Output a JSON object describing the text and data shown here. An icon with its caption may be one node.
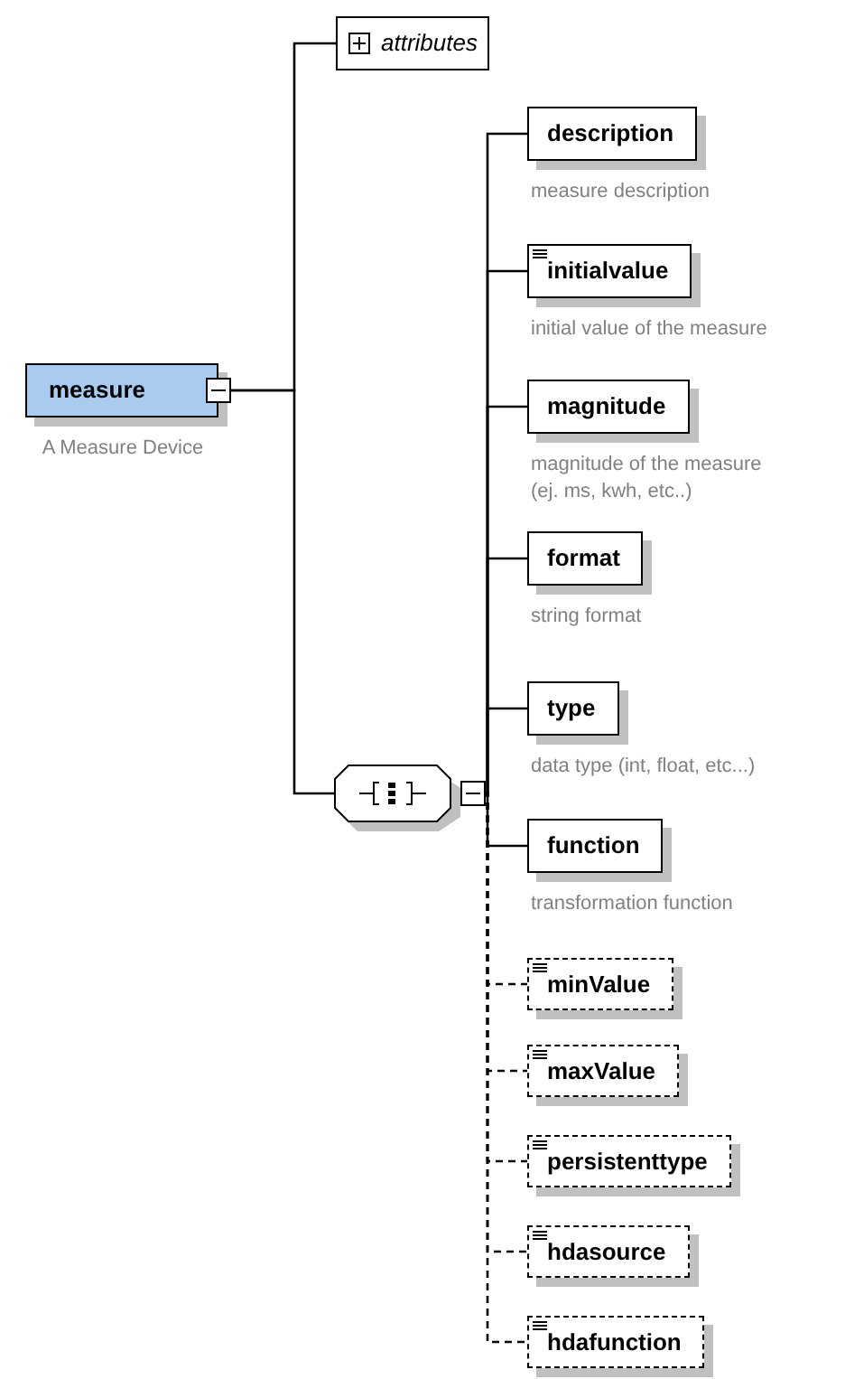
{
  "diagram": {
    "nodes": [
      {
        "text": [
          "measure"
        ],
        "beside": [
          "A Measure Device"
        ]
      },
      {
        "text": [
          "attributes"
        ]
      },
      {
        "text": [],
        "shape": "octagon"
      },
      {
        "text": [
          "description"
        ],
        "beside": [
          "measure description"
        ]
      },
      {
        "text": [
          "initialvalue"
        ],
        "beside": [
          "initial value of the measure"
        ]
      },
      {
        "text": [
          "magnitude"
        ],
        "beside": [
          "magnitude of the measure (ej. ms, kwh, etc..)"
        ]
      },
      {
        "text": [
          "format"
        ],
        "beside": [
          "string format"
        ]
      },
      {
        "text": [
          "type"
        ],
        "beside": [
          "data type (int, float, etc...)"
        ]
      },
      {
        "text": [
          "function"
        ],
        "beside": [
          "transformation function"
        ]
      },
      {
        "text": [
          "minValue"
        ]
      },
      {
        "text": [
          "maxValue"
        ]
      },
      {
        "text": [
          "persistenttype"
        ]
      },
      {
        "text": [
          "hdasource"
        ]
      },
      {
        "text": [
          "hdafunction"
        ]
      }
    ],
    "edges": [
      {
        "from": 0,
        "to": 1,
        "arrow": "none"
      },
      {
        "from": 0,
        "to": 2,
        "arrow": "none"
      },
      {
        "from": 2,
        "to": 3,
        "arrow": "none"
      },
      {
        "from": 2,
        "to": 4,
        "arrow": "none"
      },
      {
        "from": 2,
        "to": 5,
        "arrow": "none"
      },
      {
        "from": 2,
        "to": 6,
        "arrow": "none"
      },
      {
        "from": 2,
        "to": 7,
        "arrow": "none"
      },
      {
        "from": 2,
        "to": 8,
        "arrow": "none"
      },
      {
        "from": 2,
        "to": 9,
        "arrow": "none",
        "style": "dashed"
      },
      {
        "from": 2,
        "to": 10,
        "arrow": "none",
        "style": "dashed"
      },
      {
        "from": 2,
        "to": 11,
        "arrow": "none",
        "style": "dashed"
      },
      {
        "from": 2,
        "to": 12,
        "arrow": "none",
        "style": "dashed"
      },
      {
        "from": 2,
        "to": 13,
        "arrow": "none",
        "style": "dashed"
      }
    ]
  }
}
